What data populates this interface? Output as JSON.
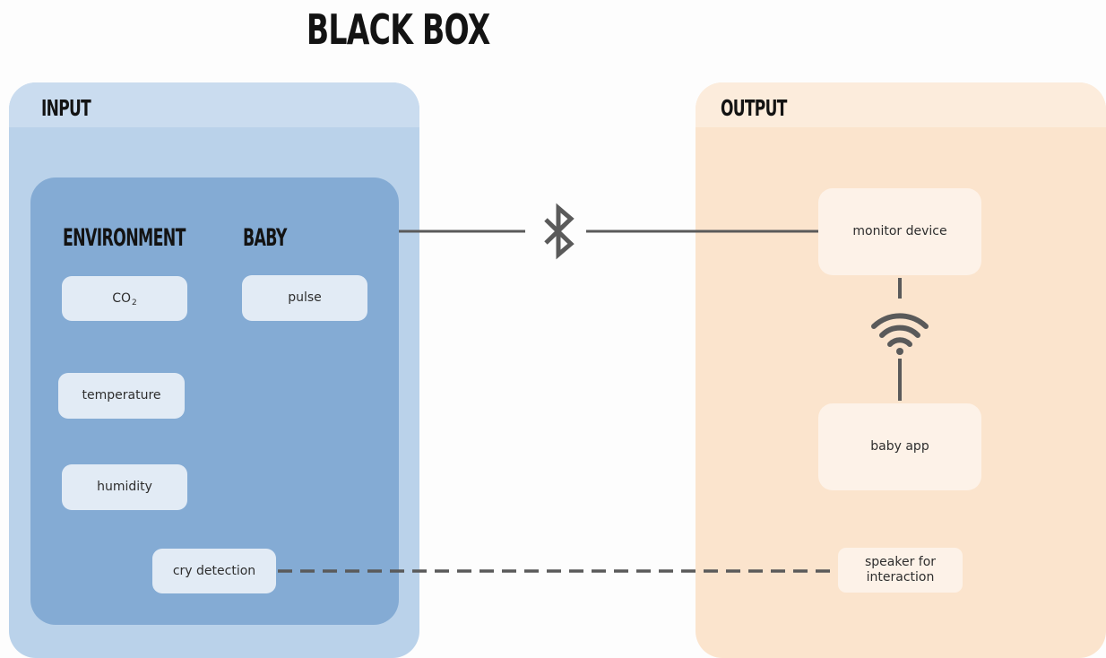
{
  "title": "BLACK BOX",
  "input": {
    "label": "INPUT",
    "environment": {
      "label": "ENVIRONMENT",
      "items": [
        "CO",
        "temperature",
        "humidity"
      ],
      "co2_subscript": "2"
    },
    "baby": {
      "label": "BABY",
      "items": [
        "pulse"
      ]
    },
    "cry_detection": "cry detection"
  },
  "output": {
    "label": "OUTPUT",
    "monitor_device": "monitor device",
    "baby_app": "baby app",
    "speaker": [
      "speaker for",
      "interaction"
    ]
  },
  "links": {
    "input_to_monitor": "bluetooth-icon",
    "monitor_to_app": "wifi-icon",
    "cry_to_speaker": "dashed"
  },
  "colors": {
    "input_outer": "#bad2ea",
    "input_inner": "#84abd4",
    "output_outer": "#fbe4cd",
    "connector": "#5a5a5a"
  }
}
